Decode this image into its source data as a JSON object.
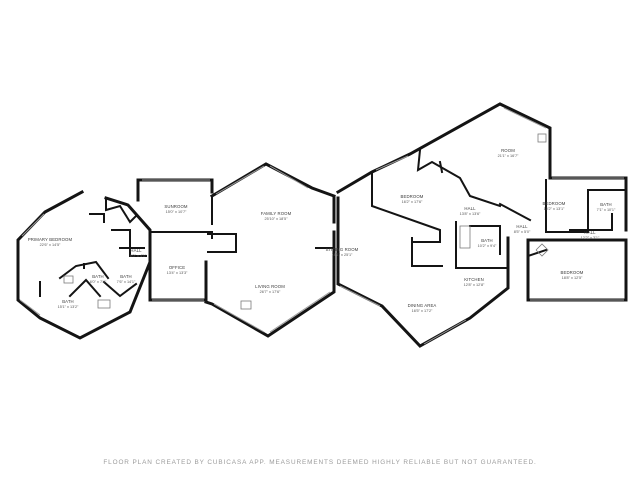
{
  "rooms": {
    "primary_bedroom": {
      "name": "PRIMARY BEDROOM",
      "dim": "22'6\" x 14'5\""
    },
    "sunroom": {
      "name": "SUNROOM",
      "dim": "15'0\" x 10'7\""
    },
    "family_room": {
      "name": "FAMILY ROOM",
      "dim": "25'10\" x 18'5\""
    },
    "hall_west": {
      "name": "HALL",
      "dim": "5'0\" x 4'1\""
    },
    "bath_west_a": {
      "name": "BATH",
      "dim": "6'0\" x 7'4\""
    },
    "bath_west_b": {
      "name": "BATH",
      "dim": "7'6\" x 14'1\""
    },
    "bath_west_c": {
      "name": "BATH",
      "dim": "15'1\" x 13'2\""
    },
    "office": {
      "name": "OFFICE",
      "dim": "13'4\" x 13'3\""
    },
    "living_room": {
      "name": "LIVING ROOM",
      "dim": "26'7\" x 17'6\""
    },
    "sitting_room": {
      "name": "SITTING ROOM",
      "dim": "16'1\" x 25'1\""
    },
    "bedroom_north": {
      "name": "BEDROOM",
      "dim": "16'2\" x 17'6\""
    },
    "room_ne": {
      "name": "ROOM",
      "dim": "21'1\" x 16'7\""
    },
    "hall_center": {
      "name": "HALL",
      "dim": "13'8\" x 13'6\""
    },
    "bath_center": {
      "name": "BATH",
      "dim": "10'2\" x 9'4\""
    },
    "hall_east": {
      "name": "HALL",
      "dim": "8'5\" x 5'0\""
    },
    "bedroom_east": {
      "name": "BEDROOM",
      "dim": "10'2\" x 13'1\""
    },
    "bath_east": {
      "name": "BATH",
      "dim": "7'1\" x 10'1\""
    },
    "hall_far_east": {
      "name": "HALL",
      "dim": "12'2\" x 3'1\""
    },
    "bedroom_se": {
      "name": "BEDROOM",
      "dim": "18'8\" x 12'5\""
    },
    "kitchen": {
      "name": "KITCHEN",
      "dim": "12'8\" x 12'8\""
    },
    "dining_area": {
      "name": "DINING AREA",
      "dim": "16'5\" x 17'2\""
    }
  },
  "footer": "FLOOR PLAN CREATED BY CUBICASA APP. MEASUREMENTS DEEMED HIGHLY RELIABLE BUT NOT GUARANTEED."
}
